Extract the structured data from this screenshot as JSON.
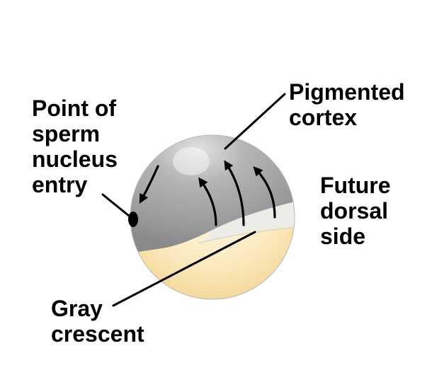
{
  "labels": {
    "sperm_entry": [
      "Point of",
      "sperm",
      "nucleus",
      "entry"
    ],
    "pigmented_cortex": [
      "Pigmented",
      "cortex"
    ],
    "future_dorsal": [
      "Future",
      "dorsal",
      "side"
    ],
    "gray_crescent": [
      "Gray",
      "crescent"
    ]
  },
  "colors": {
    "pigmented_cortex": "#9a9a9c",
    "pigmented_highlight": "#d4d4d6",
    "gray_crescent": "#e6e6e2",
    "yolk_light": "#fff6dc",
    "yolk_dark": "#f5d994",
    "arrow": "#000000",
    "text": "#000000"
  },
  "icons": {
    "cortical_rotation_arrows": "curved-arrow-icon",
    "sperm_entry_point": "dot-icon"
  }
}
